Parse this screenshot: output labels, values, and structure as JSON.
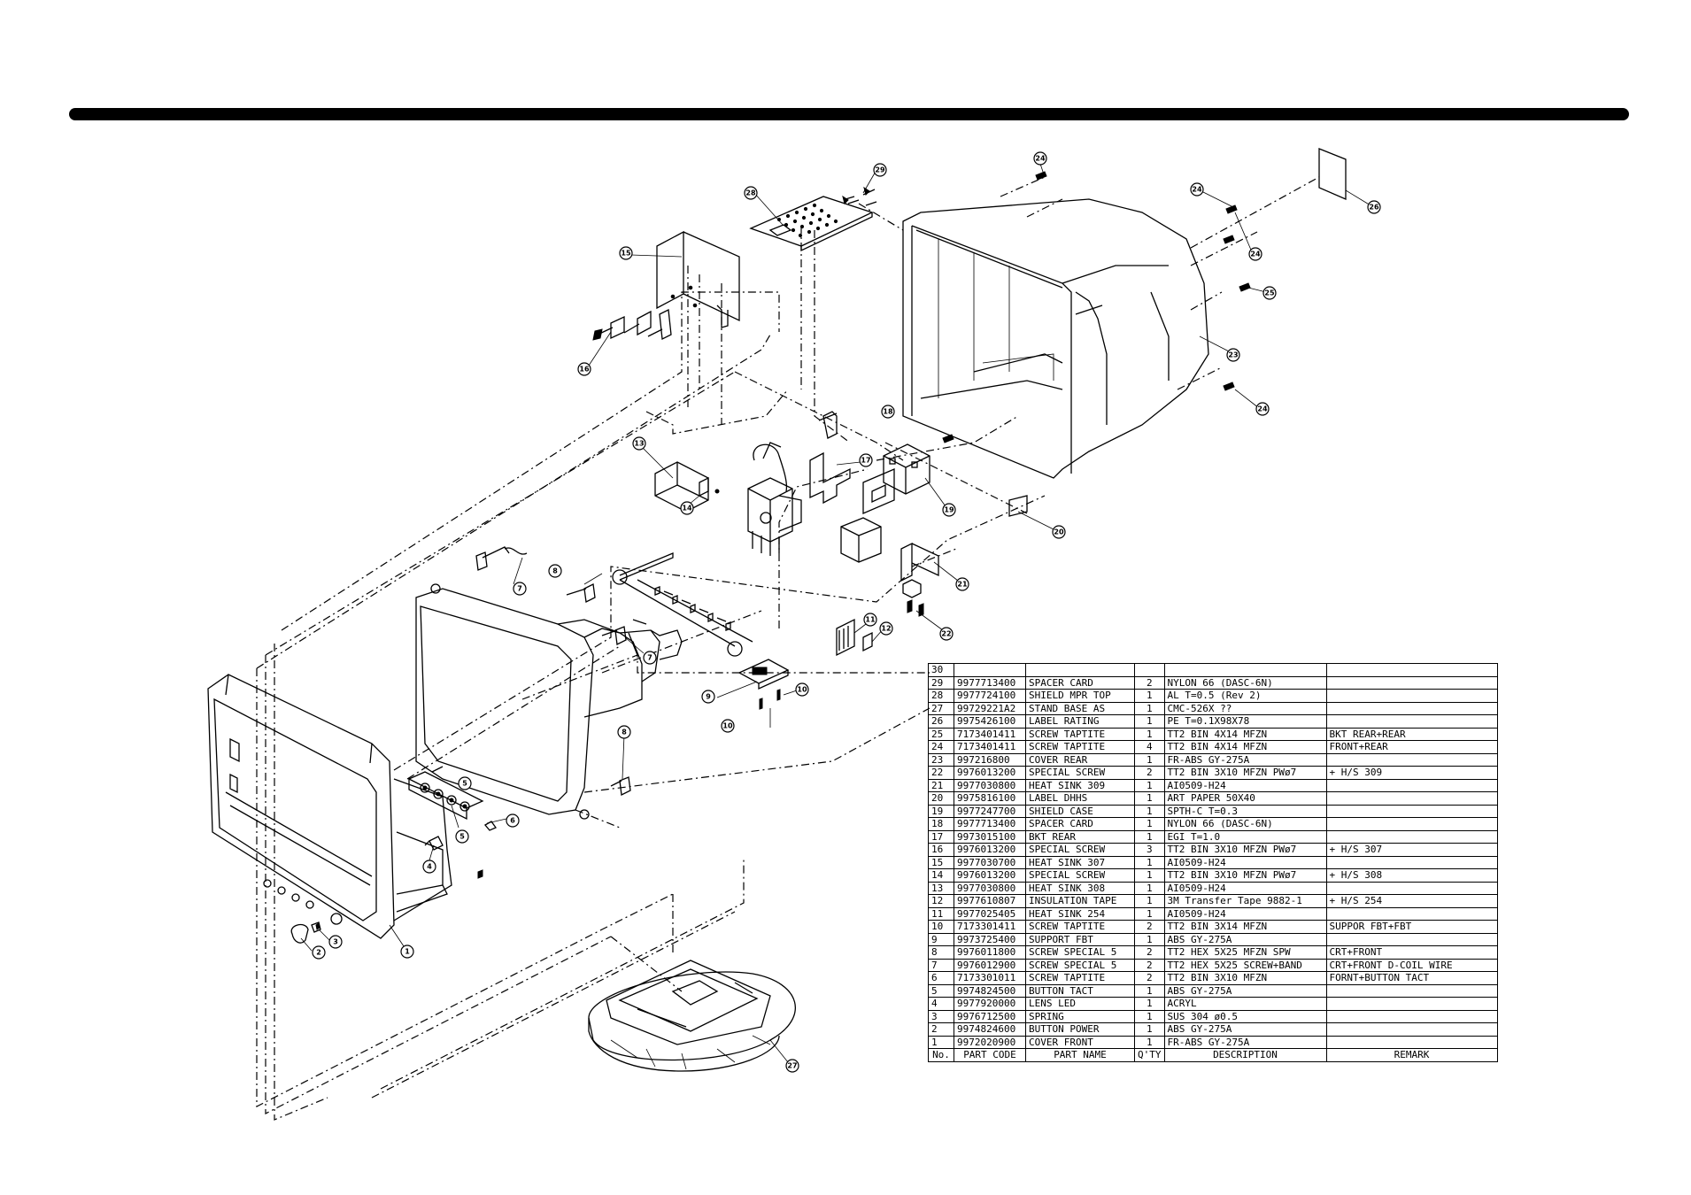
{
  "table": {
    "headers": [
      "No.",
      "PART CODE",
      "PART NAME",
      "Q'TY",
      "DESCRIPTION",
      "REMARK"
    ],
    "rows": [
      [
        "30",
        "",
        "",
        "",
        "",
        ""
      ],
      [
        "29",
        "9977713400",
        "SPACER CARD",
        "2",
        "NYLON 66 (DASC-6N)",
        ""
      ],
      [
        "28",
        "9977724100",
        "SHIELD MPR TOP",
        "1",
        "AL T=0.5 (Rev 2)",
        ""
      ],
      [
        "27",
        "99729221A2",
        "STAND BASE AS",
        "1",
        "CMC-526X ??",
        ""
      ],
      [
        "26",
        "9975426100",
        "LABEL RATING",
        "1",
        "PE T=0.1X98X78",
        ""
      ],
      [
        "25",
        "7173401411",
        "SCREW TAPTITE",
        "1",
        "TT2 BIN 4X14 MFZN",
        "BKT REAR+REAR"
      ],
      [
        "24",
        "7173401411",
        "SCREW TAPTITE",
        "4",
        "TT2 BIN 4X14 MFZN",
        "FRONT+REAR"
      ],
      [
        "23",
        "997216800",
        "COVER REAR",
        "1",
        "FR-ABS GY-275A",
        ""
      ],
      [
        "22",
        "9976013200",
        "SPECIAL SCREW",
        "2",
        "TT2 BIN 3X10 MFZN PWø7",
        "+ H/S 309"
      ],
      [
        "21",
        "9977030800",
        "HEAT SINK 309",
        "1",
        "AI0509-H24",
        ""
      ],
      [
        "20",
        "9975816100",
        "LABEL DHHS",
        "1",
        "ART PAPER 50X40",
        ""
      ],
      [
        "19",
        "9977247700",
        "SHIELD CASE",
        "1",
        "SPTH-C T=0.3",
        ""
      ],
      [
        "18",
        "9977713400",
        "SPACER CARD",
        "1",
        "NYLON 66 (DASC-6N)",
        ""
      ],
      [
        "17",
        "9973015100",
        "BKT REAR",
        "1",
        "EGI T=1.0",
        ""
      ],
      [
        "16",
        "9976013200",
        "SPECIAL SCREW",
        "3",
        "TT2 BIN 3X10 MFZN PWø7",
        "+ H/S 307"
      ],
      [
        "15",
        "9977030700",
        "HEAT SINK 307",
        "1",
        "AI0509-H24",
        ""
      ],
      [
        "14",
        "9976013200",
        "SPECIAL SCREW",
        "1",
        "TT2 BIN 3X10 MFZN PWø7",
        "+ H/S 308"
      ],
      [
        "13",
        "9977030800",
        "HEAT SINK 308",
        "1",
        "AI0509-H24",
        ""
      ],
      [
        "12",
        "9977610807",
        "INSULATION TAPE",
        "1",
        "3M Transfer Tape 9882-1",
        "+ H/S 254"
      ],
      [
        "11",
        "9977025405",
        "HEAT SINK 254",
        "1",
        "AI0509-H24",
        ""
      ],
      [
        "10",
        "7173301411",
        "SCREW TAPTITE",
        "2",
        "TT2 BIN 3X14 MFZN",
        "SUPPOR FBT+FBT"
      ],
      [
        "9",
        "9973725400",
        "SUPPORT FBT",
        "1",
        "ABS GY-275A",
        ""
      ],
      [
        "8",
        "9976011800",
        "SCREW SPECIAL 5",
        "2",
        "TT2 HEX 5X25 MFZN SPW",
        "CRT+FRONT"
      ],
      [
        "7",
        "9976012900",
        "SCREW SPECIAL 5",
        "2",
        "TT2 HEX 5X25 SCREW+BAND",
        "CRT+FRONT D-COIL WIRE"
      ],
      [
        "6",
        "7173301011",
        "SCREW TAPTITE",
        "2",
        "TT2 BIN 3X10 MFZN",
        "FORNT+BUTTON TACT"
      ],
      [
        "5",
        "9974824500",
        "BUTTON TACT",
        "1",
        "ABS GY-275A",
        ""
      ],
      [
        "4",
        "9977920000",
        "LENS LED",
        "1",
        "ACRYL",
        ""
      ],
      [
        "3",
        "9976712500",
        "SPRING",
        "1",
        "SUS 304 ø0.5",
        ""
      ],
      [
        "2",
        "9974824600",
        "BUTTON POWER",
        "1",
        "ABS GY-275A",
        ""
      ],
      [
        "1",
        "9972020900",
        "COVER FRONT",
        "1",
        "FR-ABS GY-275A",
        ""
      ]
    ]
  },
  "callouts": [
    "1",
    "2",
    "3",
    "4",
    "5",
    "6",
    "7",
    "8",
    "9",
    "10",
    "11",
    "12",
    "13",
    "14",
    "15",
    "16",
    "17",
    "18",
    "19",
    "20",
    "21",
    "22",
    "23",
    "24",
    "25",
    "26",
    "27",
    "28",
    "29"
  ]
}
